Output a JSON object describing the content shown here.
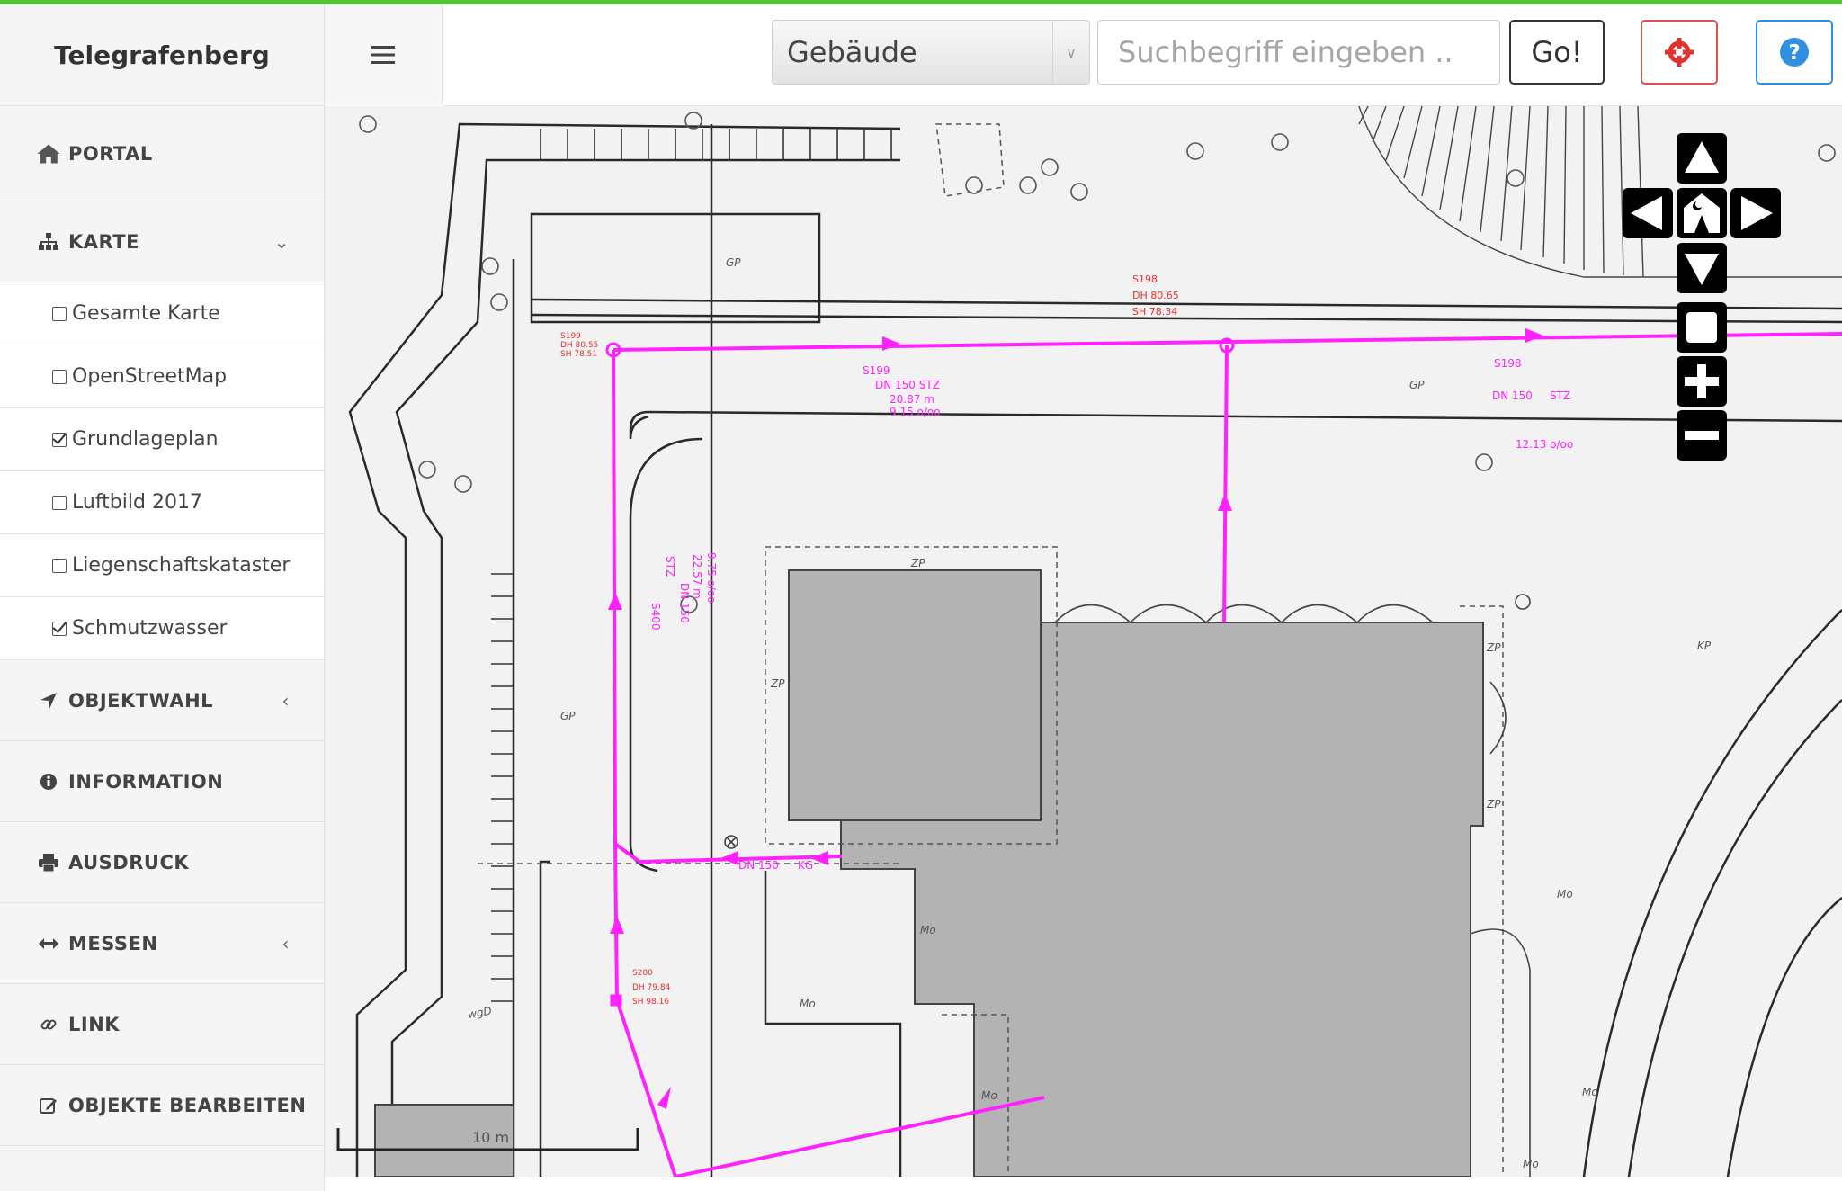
{
  "app": {
    "title": "Telegrafenberg"
  },
  "toolbar": {
    "layer_select_value": "Gebäude",
    "search_placeholder": "Suchbegriff eingeben ..",
    "go_label": "Go!"
  },
  "sidebar": {
    "portal_label": "PORTAL",
    "karte_label": "KARTE",
    "layers": [
      {
        "label": "Gesamte Karte",
        "checked": false
      },
      {
        "label": "OpenStreetMap",
        "checked": false
      },
      {
        "label": "Grundlageplan",
        "checked": true
      },
      {
        "label": "Luftbild 2017",
        "checked": false
      },
      {
        "label": "Liegenschaftskataster",
        "checked": false
      },
      {
        "label": "Schmutzwasser",
        "checked": true
      }
    ],
    "objektwahl_label": "OBJEKTWAHL",
    "information_label": "INFORMATION",
    "ausdruck_label": "AUSDRUCK",
    "messen_label": "MESSEN",
    "link_label": "LINK",
    "objekte_label": "OBJEKTE BEARBEITEN"
  },
  "map": {
    "scale_label": "10 m",
    "labels": {
      "s199_a": "S199",
      "dn150stz_a": "DN 150 STZ",
      "len_a": "20.87 m",
      "grad_a": "9.15 o/oo",
      "s198_a": "S198",
      "dn_a": "DN 150",
      "stz_b": "STZ",
      "grad_b": "12.13 o/oo",
      "s198_top": "S198",
      "dh_top": "DH 80.65",
      "sh_top": "SH 78.34",
      "s199_top": "S199",
      "dh_l": "DH 80.55",
      "sh_l": "SH 78.51",
      "s400": "S400",
      "stz_v": "STZ",
      "dn_v": "DN 150",
      "len_v": "22.57 m",
      "grad_v": "9.75 o/oo",
      "dn150_k": "DN 150",
      "kg": "KG",
      "s200": "S200",
      "dh_b": "DH 79.84",
      "sh_b": "SH 98.16",
      "gp1": "GP",
      "gp2": "GP",
      "gp3": "GP",
      "zp1": "ZP",
      "zp2": "ZP",
      "zp3": "ZP",
      "zp4": "ZP",
      "mo1": "Mo",
      "mo2": "Mo",
      "mo3": "Mo",
      "mo4": "Mo",
      "mo5": "Mo",
      "mo6": "Mo",
      "kp": "KP",
      "wgd": "wgD"
    }
  },
  "colors": {
    "accent_top": "#55c23c",
    "sewer_line": "#ff22ff",
    "building": "#b3b3b3",
    "label_red": "#e2322e",
    "help_blue": "#2f8fe0",
    "locate_red": "#d9534f"
  }
}
